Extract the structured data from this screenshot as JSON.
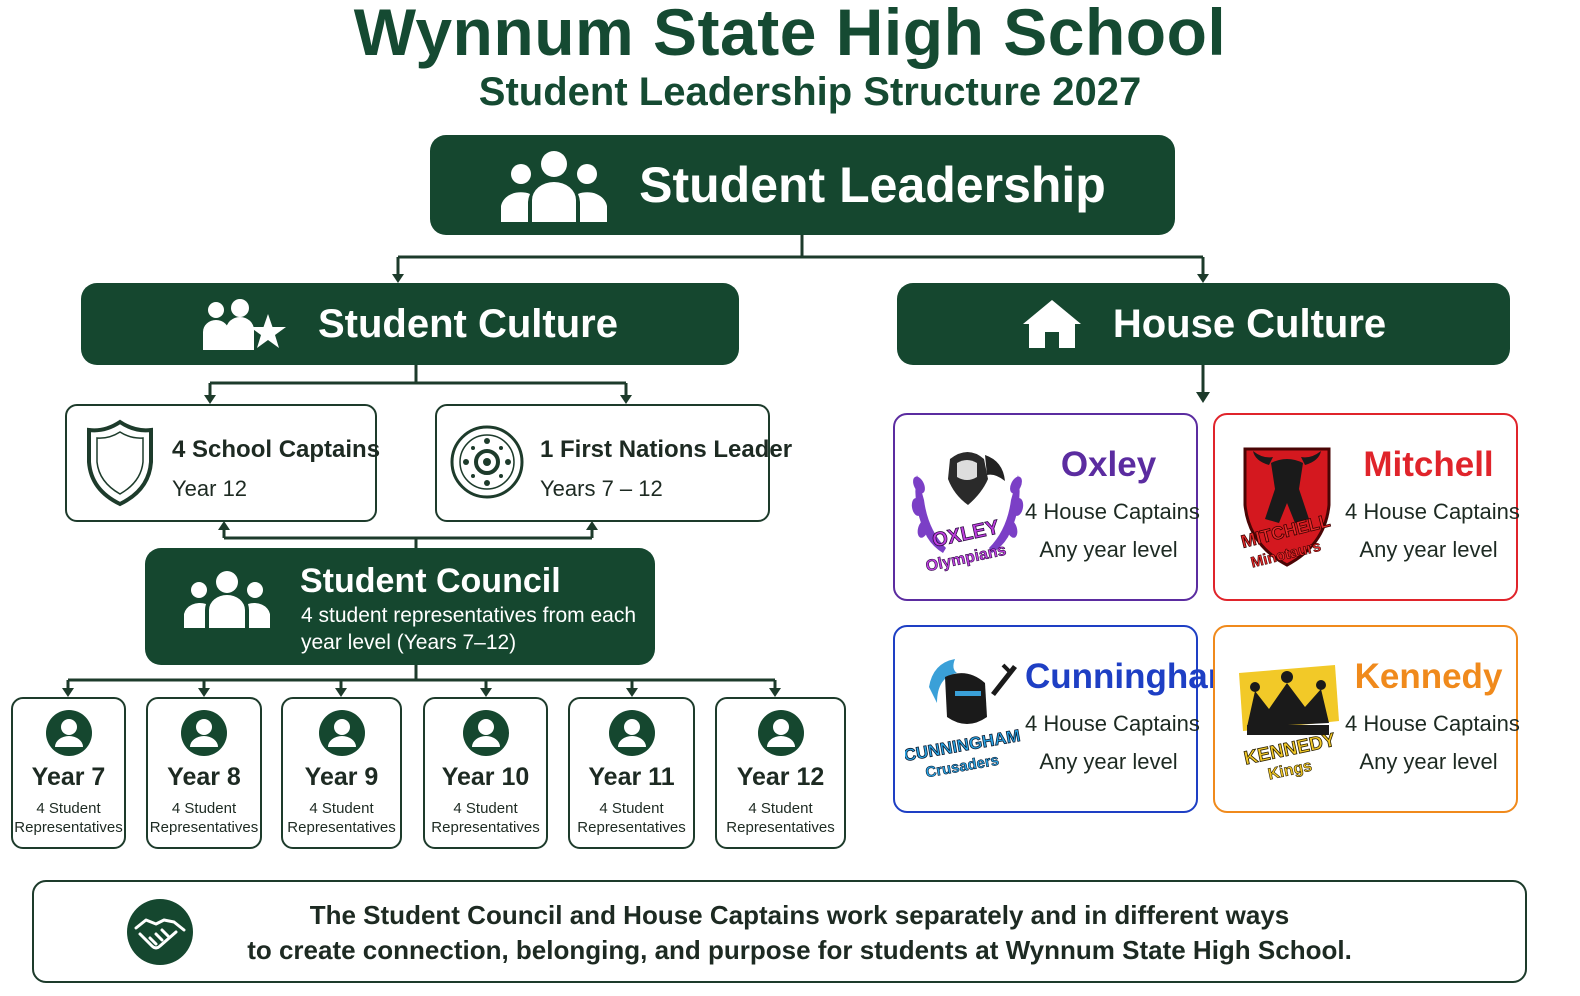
{
  "header": {
    "title": "Wynnum State High School",
    "subtitle": "Student Leadership Structure 2027"
  },
  "top": {
    "label": "Student Leadership",
    "icon": "group-icon"
  },
  "student_culture": {
    "label": "Student Culture",
    "icon": "group-star-icon",
    "captains": {
      "title": "4 School Captains",
      "sub": "Year 12",
      "icon": "shield-icon"
    },
    "first_nations": {
      "title": "1 First Nations Leader",
      "sub": "Years 7 – 12",
      "icon": "indigenous-circle-icon"
    },
    "council": {
      "title": "Student Council",
      "desc": "4 student representatives from each year level (Years 7–12)",
      "icon": "group-icon"
    },
    "years": [
      {
        "label": "Year 7",
        "desc1": "4 Student",
        "desc2": "Representatives"
      },
      {
        "label": "Year 8",
        "desc1": "4 Student",
        "desc2": "Representatives"
      },
      {
        "label": "Year 9",
        "desc1": "4 Student",
        "desc2": "Representatives"
      },
      {
        "label": "Year 10",
        "desc1": "4 Student",
        "desc2": "Representatives"
      },
      {
        "label": "Year 11",
        "desc1": "4 Student",
        "desc2": "Representatives"
      },
      {
        "label": "Year 12",
        "desc1": "4 Student",
        "desc2": "Representatives"
      }
    ]
  },
  "house_culture": {
    "label": "House Culture",
    "icon": "house-icon",
    "houses": [
      {
        "name": "Oxley",
        "captains": "4 House Captains",
        "eligibility": "Any year level",
        "color": "#5b2ca0",
        "logo_top": "OXLEY",
        "logo_bottom": "Olympians"
      },
      {
        "name": "Mitchell",
        "captains": "4 House Captains",
        "eligibility": "Any year level",
        "color": "#e0242b",
        "logo_top": "MITCHELL",
        "logo_bottom": "Minotaurs"
      },
      {
        "name": "Cunningham",
        "captains": "4 House Captains",
        "eligibility": "Any year level",
        "color": "#1e3fc4",
        "logo_top": "CUNNINGHAM",
        "logo_bottom": "Crusaders"
      },
      {
        "name": "Kennedy",
        "captains": "4 House Captains",
        "eligibility": "Any year level",
        "color": "#f08a1c",
        "logo_top": "KENNEDY",
        "logo_bottom": "Kings"
      }
    ]
  },
  "footer": {
    "line1": "The Student Council and House Captains work separately and in different ways",
    "line2": "to create connection, belonging, and purpose for students at Wynnum State High School.",
    "icon": "handshake-icon"
  },
  "colors": {
    "brand_green": "#15472f",
    "line": "#1d3b2b"
  }
}
